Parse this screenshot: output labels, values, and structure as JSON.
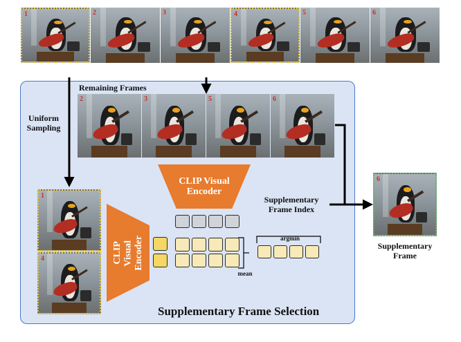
{
  "labels": {
    "remaining_frames": "Remaining Frames",
    "uniform_sampling": "Uniform Sampling",
    "clip_top": "CLIP Visual Encoder",
    "clip_left": "CLIP Visual Encoder",
    "supplementary_frame_index": "Supplementary Frame Index",
    "argmin": "argmin",
    "mean": "mean",
    "supplementary_frame": "Supplementary Frame",
    "panel_title": "Supplementary Frame Selection"
  },
  "top_frames": [
    {
      "num": "1",
      "selected": true
    },
    {
      "num": "2",
      "selected": false
    },
    {
      "num": "3",
      "selected": false
    },
    {
      "num": "4",
      "selected": true
    },
    {
      "num": "5",
      "selected": false
    },
    {
      "num": "6",
      "selected": false
    }
  ],
  "remaining_frames": [
    {
      "num": "2"
    },
    {
      "num": "3"
    },
    {
      "num": "5"
    },
    {
      "num": "6"
    }
  ],
  "sampled_frames": [
    {
      "num": "1"
    },
    {
      "num": "4"
    }
  ],
  "supplementary_frame_num": "6",
  "colors": {
    "panel_fill": "#dbe4f4",
    "panel_border": "#4a77c9",
    "encoder": "#e77b2e",
    "feature_gray": "#d0d3d8",
    "feature_light": "#f7e9b8",
    "feature_yellow": "#f5d764",
    "selected_border": "#e8c547",
    "supplementary_border": "#5cb85c"
  }
}
